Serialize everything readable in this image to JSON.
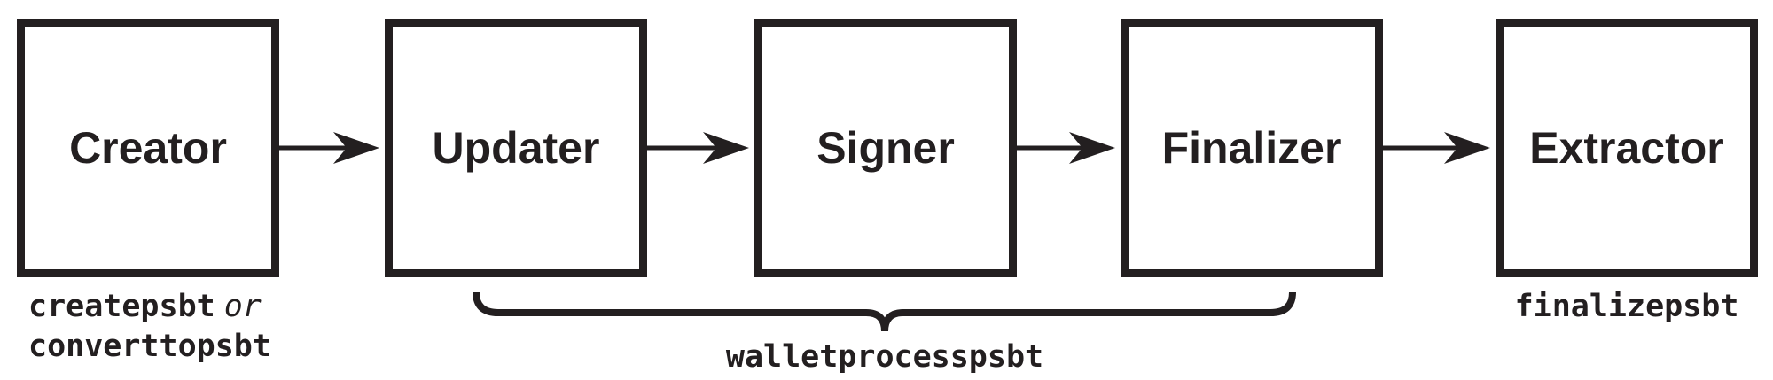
{
  "diagram": {
    "stages": [
      {
        "id": "creator",
        "label": "Creator"
      },
      {
        "id": "updater",
        "label": "Updater"
      },
      {
        "id": "signer",
        "label": "Signer"
      },
      {
        "id": "finalizer",
        "label": "Finalizer"
      },
      {
        "id": "extractor",
        "label": "Extractor"
      }
    ],
    "connectors": [
      {
        "from": "creator",
        "to": "updater"
      },
      {
        "from": "updater",
        "to": "signer"
      },
      {
        "from": "signer",
        "to": "finalizer"
      },
      {
        "from": "finalizer",
        "to": "extractor"
      }
    ],
    "annotations": {
      "creator_line1_code": "createpsbt",
      "creator_line1_conjunction": "or",
      "creator_line2_code": "converttopsbt",
      "brace_label": "walletprocesspsbt",
      "brace_spans": [
        "updater",
        "signer",
        "finalizer"
      ],
      "extractor_code": "finalizepsbt"
    },
    "icons": {
      "connector": "right-arrow-icon",
      "brace": "horizontal-curly-brace-icon"
    },
    "colors": {
      "ink": "#231f20",
      "background": "#ffffff"
    }
  }
}
